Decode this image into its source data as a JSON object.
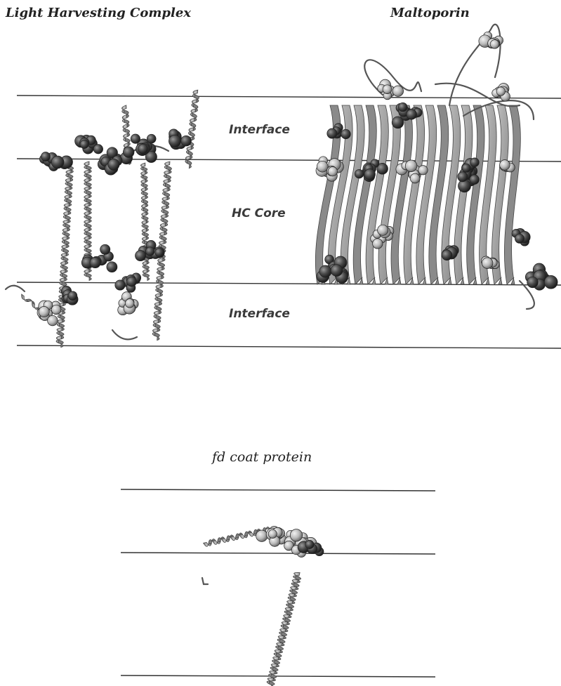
{
  "titles": {
    "lhc": "Light Harvesting Complex",
    "maltoporin": "Maltoporin",
    "fd": "fd coat protein"
  },
  "regions": {
    "interface_top": "Interface",
    "core": "HC Core",
    "interface_bottom": "Interface"
  },
  "colors": {
    "ribbon": "#a8a8a8",
    "ribbon_dark": "#6e6e6e",
    "atom_dark": "#3d3d3d",
    "atom_light": "#bdbdbd",
    "line": "#333333"
  }
}
